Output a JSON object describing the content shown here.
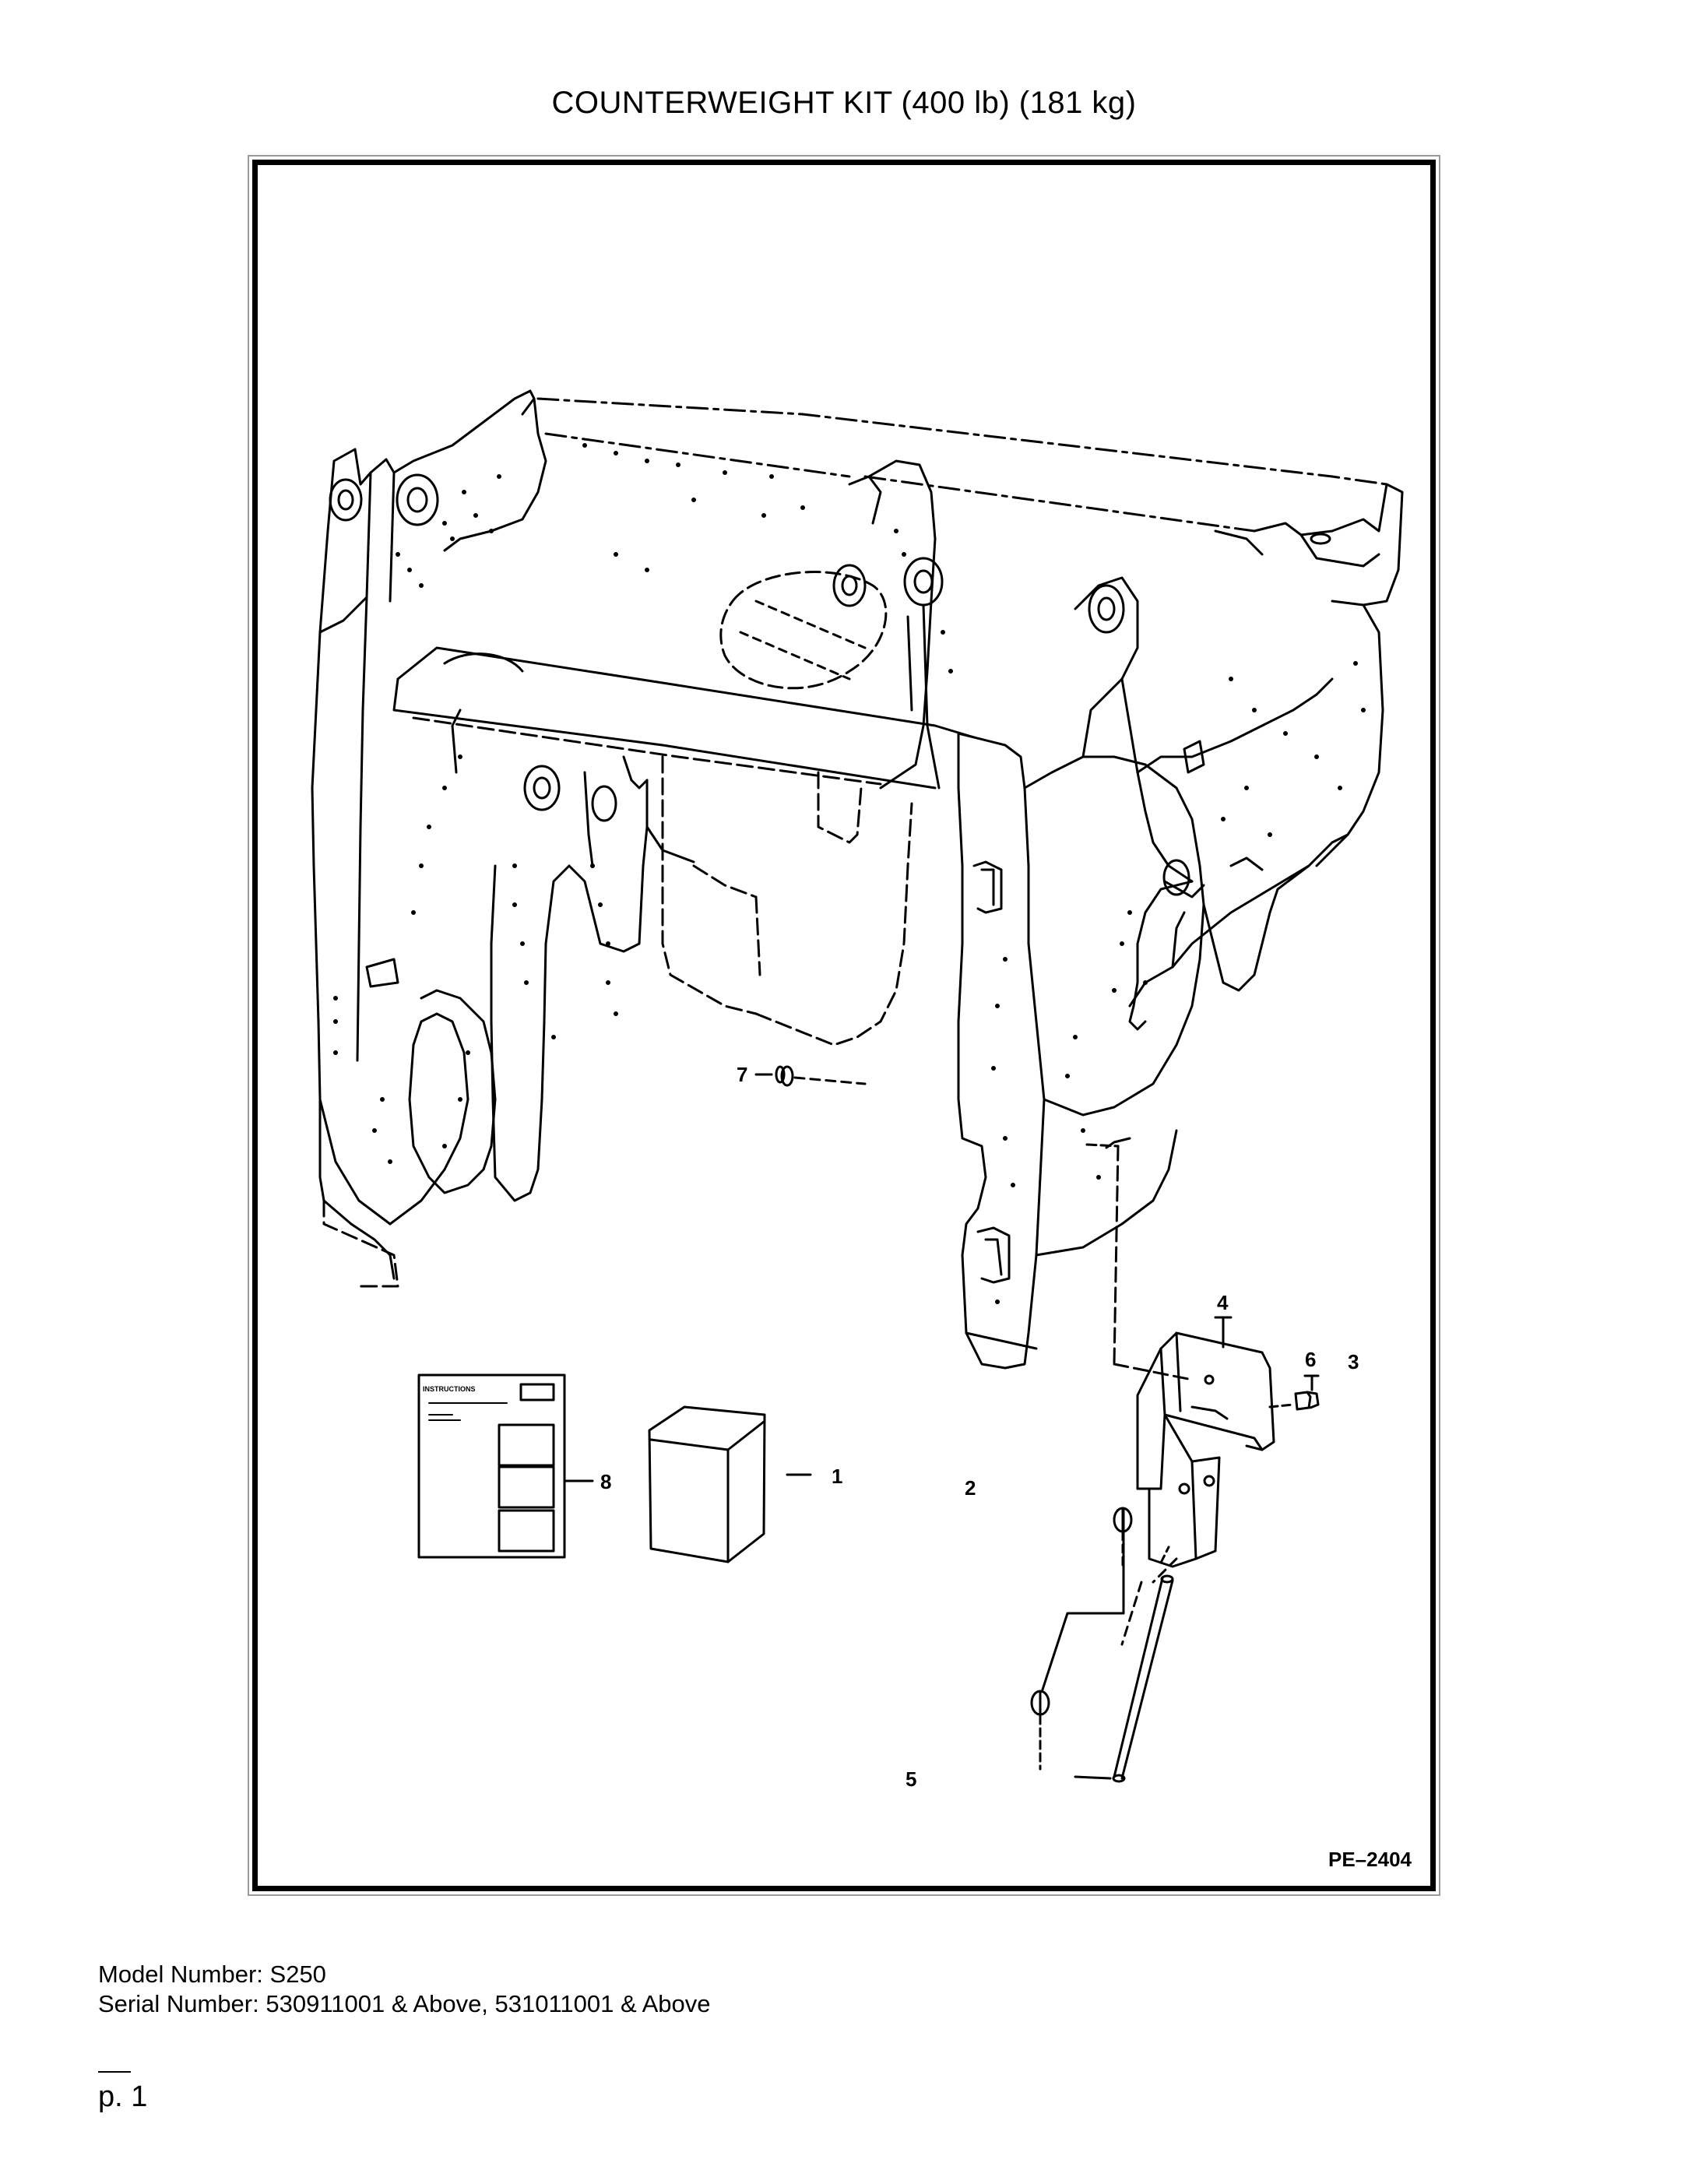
{
  "title": "COUNTERWEIGHT KIT (400 lb) (181 kg)",
  "diagram": {
    "figure_ref": "PE–2404",
    "instruction_sheet_label": "INSTRUCTIONS",
    "callouts": [
      {
        "id": "1",
        "label": "1"
      },
      {
        "id": "2",
        "label": "2"
      },
      {
        "id": "3",
        "label": "3"
      },
      {
        "id": "4",
        "label": "4"
      },
      {
        "id": "5",
        "label": "5"
      },
      {
        "id": "6",
        "label": "6"
      },
      {
        "id": "7",
        "label": "7"
      },
      {
        "id": "8",
        "label": "8"
      }
    ]
  },
  "model_number": "Model Number: S250",
  "serial_number": "Serial Number: 530911001 & Above, 531011001 & Above",
  "page_label": "p. 1"
}
